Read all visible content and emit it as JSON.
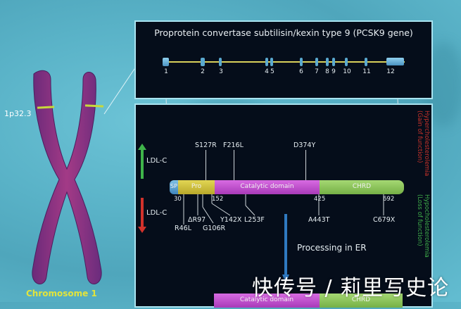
{
  "gene": {
    "title": "Proprotein convertase subtilisin/kexin type 9 (PCSK9 gene)",
    "exons": [
      "1",
      "2",
      "3",
      "4",
      "5",
      "6",
      "7",
      "8",
      "9",
      "10",
      "11",
      "12"
    ]
  },
  "chromosome": {
    "label": "Chromosome 1",
    "locus": "1p32.3"
  },
  "protein": {
    "domains": {
      "sp": "SP",
      "pro": "Pro",
      "catalytic": "Catalytic domain",
      "chrd": "CHRD"
    },
    "positions": {
      "p30": "30",
      "p152": "152",
      "p425": "425",
      "p692": "692"
    },
    "gain_mutations": [
      "S127R",
      "F216L",
      "D374Y"
    ],
    "loss_mutations": [
      "R46L",
      "ΔR97",
      "G106R",
      "Y142X",
      "L253F",
      "A443T",
      "C679X"
    ],
    "ldl_up": "LDL-C",
    "ldl_down": "LDL-C",
    "gain_label_1": "Hypercholesterolemia",
    "gain_label_2": "(Gain of function)",
    "loss_label_1": "Hypocholesterolemia",
    "loss_label_2": "(Loss of function)",
    "processing_label": "Processing in ER"
  },
  "colors": {
    "sp": "#5fa8d3",
    "pro": "#d3c23a",
    "catalytic": "#c24fcf",
    "chrd": "#8cc659",
    "gain": "#c8322a",
    "loss": "#3fae4a",
    "panel": "#050d1a"
  },
  "watermark": "快传号 / 莉里写史论"
}
